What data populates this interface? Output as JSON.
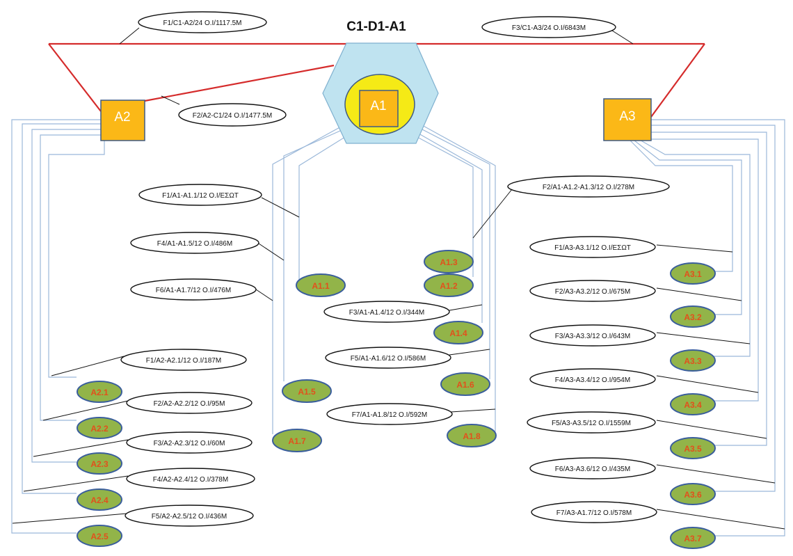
{
  "title": "C1-D1-A1",
  "colors": {
    "ring": "#d52b2b",
    "hub_fill": "#bfe3f0",
    "hub_stroke": "#7fb0cf",
    "core": "#f5ea16",
    "box_fill": "#fbb817",
    "box_stroke": "#3f5a83",
    "node_fill": "#92b449",
    "node_stroke": "#3a5e9c",
    "node_text": "#e2501c",
    "cable": "#9bb8d9"
  },
  "boxes": {
    "a1": "A1",
    "a2": "A2",
    "a3": "A3"
  },
  "trunk_labels": {
    "f1": "F1/C1-A2/24 O.I/1117.5M",
    "f2": "F2/A2-C1/24 O.I/1477.5M",
    "f3": "F3/C1-A3/24 O.I/6843M"
  },
  "a1_labels": {
    "l11": "F1/A1-A1.1/12 O.I/ΕΣΩΤ",
    "l15": "F4/A1-A1.5/12 O.I/486M",
    "l17": "F6/A1-A1.7/12 O.I/476M",
    "l12": "F2/A1-A1.2-A1.3/12 O.I/278M",
    "l14": "F3/A1-A1.4/12 O.I/344M",
    "l16": "F5/A1-A1.6/12 O.I/586M",
    "l18": "F7/A1-A1.8/12 O.I/592M"
  },
  "a1_nodes": {
    "n11": "A1.1",
    "n12": "A1.2",
    "n13": "A1.3",
    "n14": "A1.4",
    "n15": "A1.5",
    "n16": "A1.6",
    "n17": "A1.7",
    "n18": "A1.8"
  },
  "a2_labels": {
    "l1": "F1/A2-A2.1/12 O.I/187M",
    "l2": "F2/A2-A2.2/12 O.I/95M",
    "l3": "F3/A2-A2.3/12 O.I/60M",
    "l4": "F4/A2-A2.4/12 O.I/378M",
    "l5": "F5/A2-A2.5/12 O.I/436M"
  },
  "a2_nodes": {
    "n1": "A2.1",
    "n2": "A2.2",
    "n3": "A2.3",
    "n4": "A2.4",
    "n5": "A2.5"
  },
  "a3_labels": {
    "l1": "F1/A3-A3.1/12 O.I/ΕΣΩΤ",
    "l2": "F2/A3-A3.2/12 O.I/675M",
    "l3": "F3/A3-A3.3/12 O.I/643M",
    "l4": "F4/A3-A3.4/12 O.I/954M",
    "l5": "F5/A3-A3.5/12 O.I/1559M",
    "l6": "F6/A3-A3.6/12 O.I/435M",
    "l7": "F7/A3-A1.7/12 O.I/578M"
  },
  "a3_nodes": {
    "n1": "A3.1",
    "n2": "A3.2",
    "n3": "A3.3",
    "n4": "A3.4",
    "n5": "A3.5",
    "n6": "A3.6",
    "n7": "A3.7"
  }
}
